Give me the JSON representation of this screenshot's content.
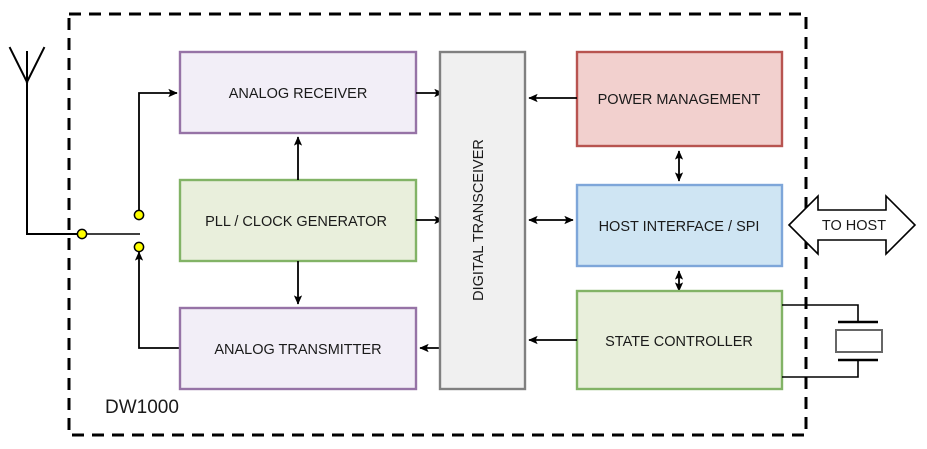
{
  "diagram": {
    "title": "DW1000",
    "chip_label": "DW1000",
    "boundary": {
      "style": "dashed",
      "color": "#000000"
    },
    "blocks": [
      {
        "id": "analog-receiver",
        "label": "ANALOG RECEIVER",
        "border_color": "#9673a6",
        "fill_color": "#f2eef7"
      },
      {
        "id": "pll-clock-generator",
        "label": "PLL / CLOCK GENERATOR",
        "border_color": "#82b366",
        "fill_color": "#e9efdc"
      },
      {
        "id": "analog-transmitter",
        "label": "ANALOG TRANSMITTER",
        "border_color": "#9673a6",
        "fill_color": "#f2eef7"
      },
      {
        "id": "digital-transceiver",
        "label": "DIGITAL TRANSCEIVER",
        "border_color": "#808080",
        "fill_color": "#f0f0f0",
        "orientation": "vertical"
      },
      {
        "id": "power-management",
        "label": "POWER MANAGEMENT",
        "border_color": "#b85450",
        "fill_color": "#f2d0ce"
      },
      {
        "id": "host-interface-spi",
        "label": "HOST INTERFACE / SPI",
        "border_color": "#7ea6d9",
        "fill_color": "#cfe5f3"
      },
      {
        "id": "state-controller",
        "label": "STATE CONTROLLER",
        "border_color": "#82b366",
        "fill_color": "#e9efdc"
      }
    ],
    "annotations": {
      "to_host_label": "TO HOST"
    },
    "symbols": {
      "antenna": "antenna-symbol",
      "crystal": "crystal-oscillator-symbol",
      "rf_switch": "rf-switch-symbol",
      "junction_color": "#ffff00",
      "junction_stroke": "#000000"
    },
    "connections": [
      {
        "from": "rf-switch",
        "to": "analog-receiver",
        "type": "arrow"
      },
      {
        "from": "analog-transmitter",
        "to": "rf-switch",
        "type": "arrow"
      },
      {
        "from": "analog-receiver",
        "to": "digital-transceiver",
        "type": "arrow"
      },
      {
        "from": "digital-transceiver",
        "to": "analog-transmitter",
        "type": "arrow"
      },
      {
        "from": "pll-clock-generator",
        "to": "analog-receiver",
        "type": "arrow"
      },
      {
        "from": "pll-clock-generator",
        "to": "analog-transmitter",
        "type": "arrow"
      },
      {
        "from": "pll-clock-generator",
        "to": "digital-transceiver",
        "type": "arrow"
      },
      {
        "from": "power-management",
        "to": "digital-transceiver",
        "type": "arrow"
      },
      {
        "from": "power-management",
        "to": "host-interface-spi",
        "type": "bidirectional"
      },
      {
        "from": "digital-transceiver",
        "to": "host-interface-spi",
        "type": "bidirectional"
      },
      {
        "from": "host-interface-spi",
        "to": "state-controller",
        "type": "bidirectional"
      },
      {
        "from": "state-controller",
        "to": "digital-transceiver",
        "type": "arrow"
      },
      {
        "from": "host-interface-spi",
        "to": "to-host",
        "type": "bidirectional"
      },
      {
        "from": "state-controller",
        "to": "crystal",
        "type": "line"
      },
      {
        "from": "antenna",
        "to": "rf-switch",
        "type": "line"
      }
    ]
  }
}
